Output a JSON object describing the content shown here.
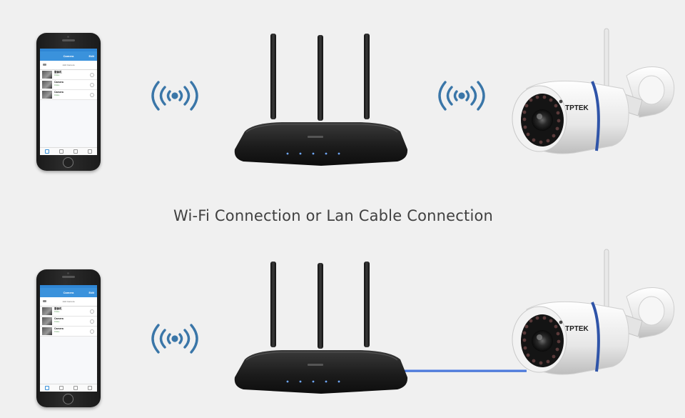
{
  "caption": "Wi-Fi Connection or Lan Cable Connection",
  "camera_brand": "TPTEK",
  "colors": {
    "background": "#f0f0f0",
    "wifi_signal": "#3a76a8",
    "lan_cable": "#3f6fd6",
    "app_header": "#3a92dc"
  },
  "phone_app": {
    "header_title": "Camera",
    "header_action": "Edit",
    "add_label": "Add Camera",
    "cameras": [
      {
        "name": "摄像机",
        "status": "Online"
      },
      {
        "name": "Camera",
        "status": "Online"
      },
      {
        "name": "Camera",
        "status": "Online"
      }
    ]
  },
  "rows": [
    {
      "connection": "wifi",
      "icons": [
        "phone-icon",
        "wifi-signal-icon",
        "router-icon",
        "wifi-signal-icon",
        "ip-camera-icon"
      ]
    },
    {
      "connection": "lan",
      "icons": [
        "phone-icon",
        "wifi-signal-icon",
        "router-icon",
        "lan-cable-icon",
        "ip-camera-icon"
      ]
    }
  ]
}
